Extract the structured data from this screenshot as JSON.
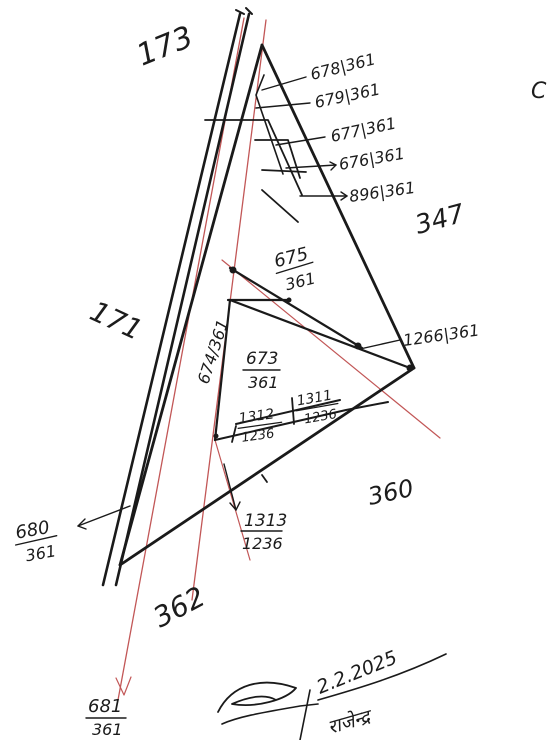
{
  "plot_labels": {
    "plot_173": "173",
    "plot_171": "171",
    "plot_347": "347",
    "plot_360": "360",
    "plot_362": "362",
    "p_678": "678|361",
    "p_679": "679|361",
    "p_677": "677|361",
    "p_676": "676|361",
    "p_896": "896|361",
    "p_675_num": "675",
    "p_675_den": "361",
    "p_1266": "1266|361",
    "p_674": "674/361",
    "p_673_num": "673",
    "p_673_den": "361",
    "p_1312_num": "1312",
    "p_1312_den": "1236",
    "p_1311_num": "1311",
    "p_1311_den": "1236",
    "p_1313_num": "1313",
    "p_1313_den": "1236",
    "p_680_num": "680",
    "p_680_den": "361",
    "p_681_num": "681",
    "p_681_den": "361",
    "edge_mark": "C"
  },
  "signature": {
    "date_text": "2.2.2025",
    "name_text": "राजेन्द्र"
  },
  "colors": {
    "ink": "#1a1a1a",
    "pencil_red": "#c25757"
  }
}
